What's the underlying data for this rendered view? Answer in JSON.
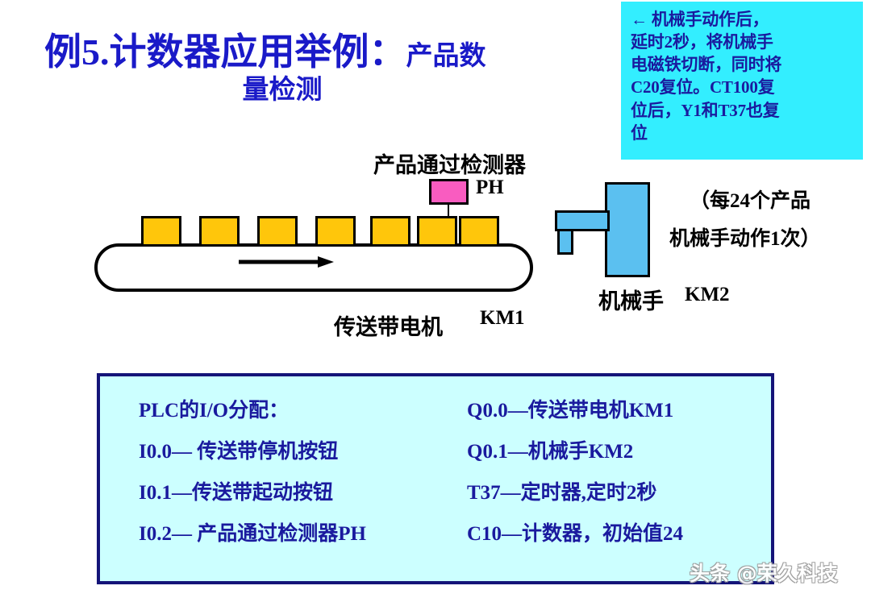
{
  "slide": {
    "title_line1_bold": "例5.",
    "title_line1_main": "计数器应用举例：",
    "title_line1_tail": "产品数",
    "title_line2": "量检测",
    "title_color": "#1a1ac8"
  },
  "note_box": {
    "background": "#33eeff",
    "text_color": "#1a1a9e",
    "lines": [
      "← 机械手动作后，",
      "延时2秒，将机械手",
      "电磁铁切断，同时将",
      "C20复位。CT100复",
      "位后，Y1和T37也复",
      "位"
    ]
  },
  "diagram": {
    "detector_label": "产品通过检测器",
    "detector_tag": "PH",
    "detector_color": "#f95cc0",
    "motor_label": "传送带电机",
    "motor_tag": "KM1",
    "arm_label": "机械手",
    "arm_tag": "KM2",
    "arm_color": "#5bc0f0",
    "product_color": "#ffc60b",
    "product_count": 7,
    "product_positions": [
      175,
      247,
      319,
      391,
      459,
      517,
      569
    ],
    "ratio_line1": "（每24个产品",
    "ratio_line2": "机械手动作1次）"
  },
  "io_box": {
    "background": "#ccffff",
    "border_color": "#141478",
    "text_color": "#1a1a9e",
    "left_column": [
      "PLC的I/O分配：",
      "I0.0— 传送带停机按钮",
      "I0.1—传送带起动按钮",
      "I0.2— 产品通过检测器PH"
    ],
    "right_column": [
      "Q0.0—传送带电机KM1",
      "Q0.1—机械手KM2",
      "T37—定时器,定时2秒",
      "C10—计数器，初始值24"
    ]
  },
  "watermark": {
    "text": "头条 @荣久科技"
  }
}
